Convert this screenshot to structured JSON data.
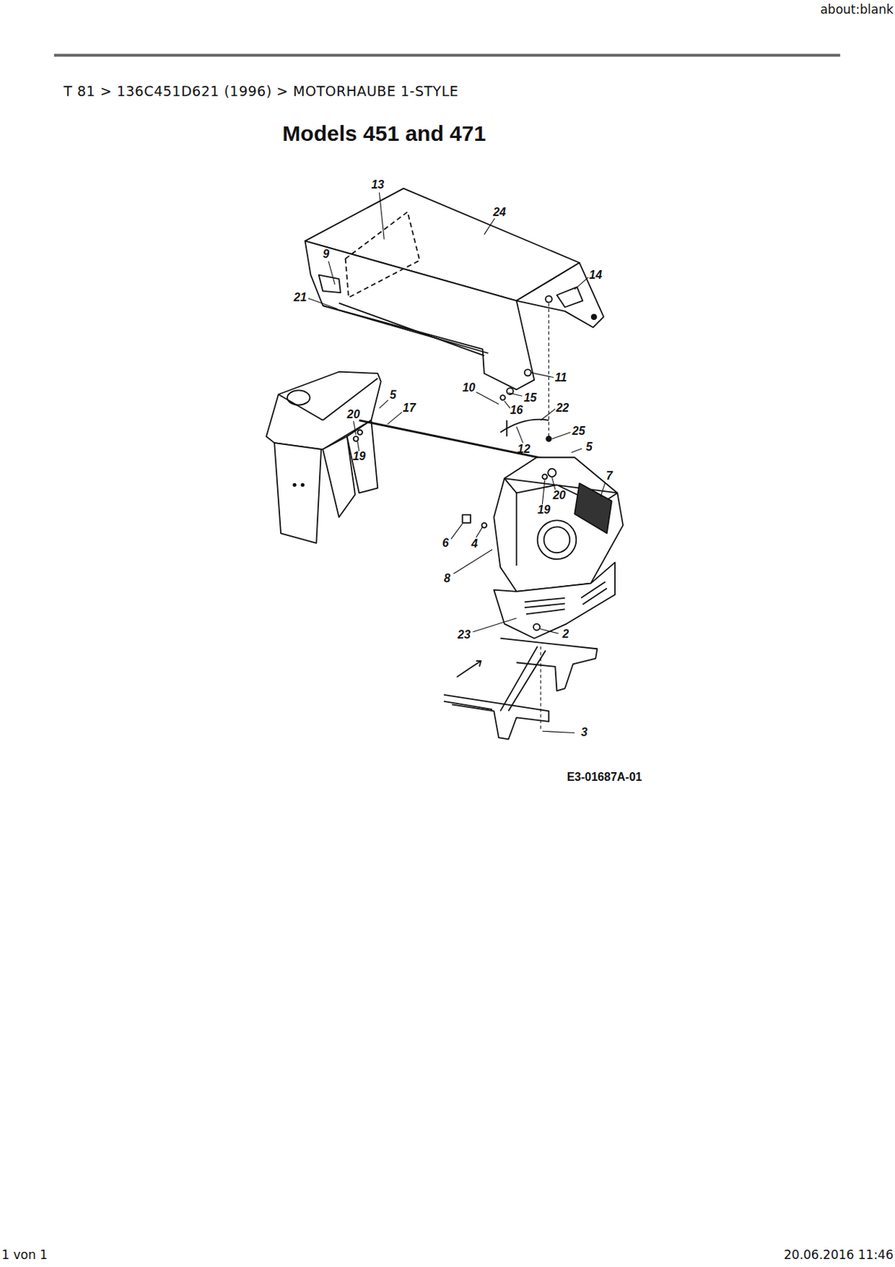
{
  "diagram": {
    "title": "Models 451 and 471",
    "labels": [
      "about:blank",
      "T 81 > 136C451D621 (1996) > MOTORHAUBE 1-STYLE",
      "13",
      "24",
      "9",
      "14",
      "21",
      "11",
      "10",
      "15",
      "16",
      "22",
      "5",
      "17",
      "20",
      "25",
      "5",
      "19",
      "12",
      "7",
      "20",
      "19",
      "6",
      "4",
      "8",
      "23",
      "2",
      "3",
      "E3-01687A-01",
      "1 von 1",
      "20.06.2016 11:46"
    ]
  }
}
